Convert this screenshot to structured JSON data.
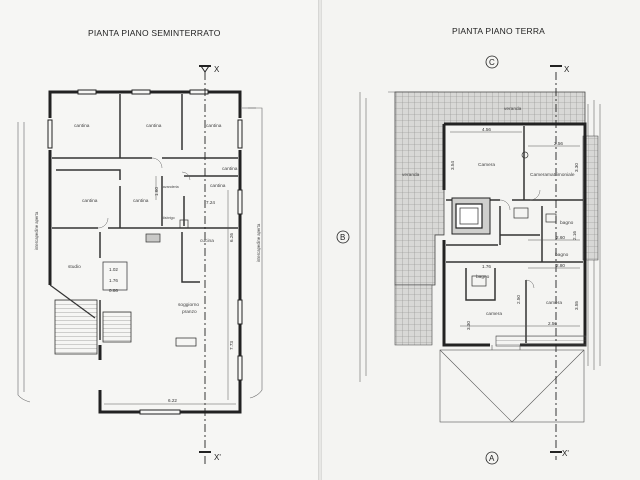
{
  "left_plan": {
    "title": "PIANTA PIANO SEMINTERRATO",
    "rooms": {
      "cantina_1": "cantina",
      "cantina_2": "cantina",
      "cantina_3": "cantina",
      "cantina_4": "cantina",
      "cantina_5": "cantina",
      "cantina_6": "cantina",
      "cantina_7": "cantina",
      "lavanderia": "lavanderia",
      "disbrigo": "disbrigo",
      "cucina": "cucina",
      "studio": "studio",
      "soggiorno": "soggiorno",
      "pranzo": "pranzo"
    },
    "dimensions": {
      "d1": "7.24",
      "d2": "1.60",
      "d3": "6.26",
      "d4": "7.73",
      "d5": "6.22",
      "d6": "1.02",
      "d7": "1.76",
      "d8": "0.86"
    },
    "vertical_labels": {
      "left": "intercapedine aperta",
      "right": "intercapedine aperta"
    },
    "axis": {
      "top": "X",
      "bottom": "X'"
    }
  },
  "right_plan": {
    "title": "PIANTA PIANO TERRA",
    "markers": {
      "top": "C",
      "left": "B",
      "bottom": "A"
    },
    "rooms": {
      "veranda_top": "veranda",
      "veranda_left": "veranda",
      "camera_1": "Camera",
      "camera_matrimoniale": "Cameramatrimoniale",
      "bagno_1": "bagno",
      "bagno_2": "bagno",
      "bagno_3": "bagno",
      "camera_2": "camera",
      "camera_3": "camera"
    },
    "dimensions": {
      "d1": "4.56",
      "d2": "2.56",
      "d3": "3.54",
      "d4": "3.30",
      "d5": "1.76",
      "d6": "2.60",
      "d7": "2.16",
      "d8": "2.80",
      "d9": "3.55",
      "d10": "3.30",
      "d11": "2.56",
      "d12": "2.50"
    },
    "axis": {
      "top": "X",
      "bottom": "X'"
    }
  }
}
